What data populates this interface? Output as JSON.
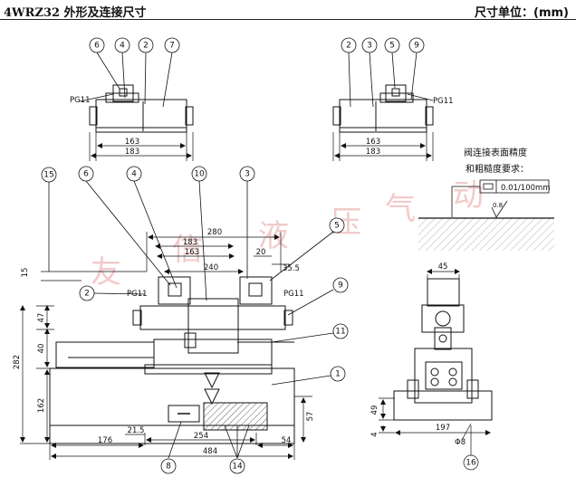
{
  "header": {
    "title": "4WRZ32 外形及连接尺寸",
    "unit": "尺寸单位：(mm)"
  },
  "labels": {
    "pg11": "PG11",
    "surface_note_1": "阀连接表面精度",
    "surface_note_2": "和粗糙度要求：",
    "flatness": "0.01/100mm",
    "roughness": "0.8"
  },
  "watermark": [
    "友",
    "信",
    "液",
    "压",
    "气",
    "动"
  ],
  "top_left_view": {
    "balloons": [
      "6",
      "4",
      "2",
      "7"
    ],
    "dims": [
      "163",
      "183"
    ]
  },
  "top_right_view": {
    "balloons": [
      "2",
      "3",
      "5",
      "9"
    ],
    "dims": [
      "163",
      "183"
    ]
  },
  "main_view": {
    "balloons_top": [
      "15",
      "6",
      "4",
      "10",
      "3",
      "5"
    ],
    "balloons_side": [
      "2",
      "9",
      "11",
      "1"
    ],
    "balloons_bottom": [
      "8",
      "14"
    ],
    "dims_top": [
      "280",
      "183",
      "163",
      "240",
      "20",
      "35.5"
    ],
    "dims_left": [
      "15",
      "47",
      "40",
      "282",
      "162"
    ],
    "dims_right": [
      "57"
    ],
    "dims_bottom": [
      "21.5",
      "176",
      "254",
      "54",
      "484"
    ]
  },
  "side_view": {
    "balloon": "16",
    "dims": [
      "45",
      "49",
      "4",
      "197",
      "Φ8"
    ]
  }
}
